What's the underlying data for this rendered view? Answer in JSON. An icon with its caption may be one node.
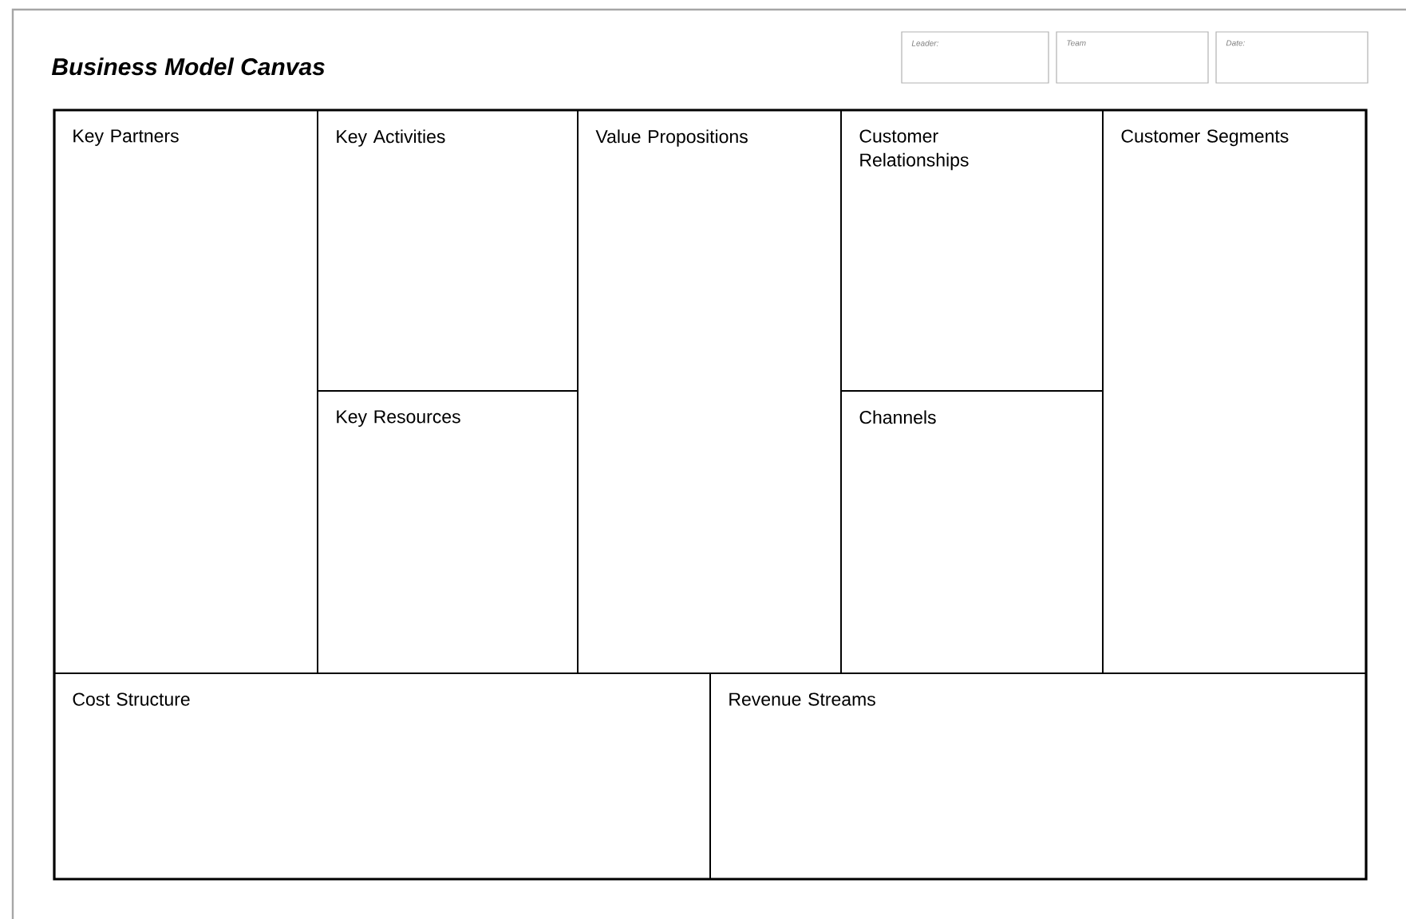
{
  "diagram": {
    "title": "Business Model Canvas",
    "nodes": [
      {
        "text": [
          "Leader:"
        ]
      },
      {
        "text": [
          "Team"
        ]
      },
      {
        "text": [
          "Date:"
        ]
      },
      {
        "text": [
          "Key Partners"
        ]
      },
      {
        "text": [
          "Key Activities"
        ]
      },
      {
        "text": [
          "Key Resources"
        ]
      },
      {
        "text": [
          "Value Propositions"
        ]
      },
      {
        "text": [
          "Customer Relationships"
        ]
      },
      {
        "text": [
          "Channels"
        ]
      },
      {
        "text": [
          "Customer Segments"
        ]
      },
      {
        "text": [
          "Cost Structure"
        ]
      },
      {
        "text": [
          "Revenue Streams"
        ]
      }
    ],
    "edges": []
  }
}
